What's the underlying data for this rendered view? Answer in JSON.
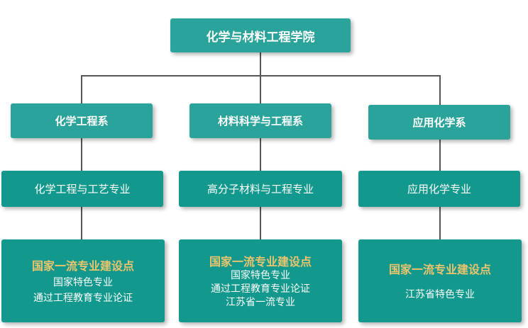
{
  "root": {
    "label": "化学与材料工程学院"
  },
  "departments": [
    {
      "label": "化学工程系",
      "major": "化学工程与工艺专业",
      "highlight": "国家一流专业建设点",
      "notes": [
        "国家特色专业",
        "通过工程教育专业论证"
      ]
    },
    {
      "label": "材料科学与工程系",
      "major": "高分子材料与工程专业",
      "highlight": "国家一流专业建设点",
      "notes": [
        "国家特色专业",
        "通过工程教育专业论证",
        "江苏省一流专业"
      ]
    },
    {
      "label": "应用化学系",
      "major": "应用化学专业",
      "highlight": "国家一流专业建设点",
      "notes": [
        "江苏省特色专业"
      ]
    }
  ]
}
